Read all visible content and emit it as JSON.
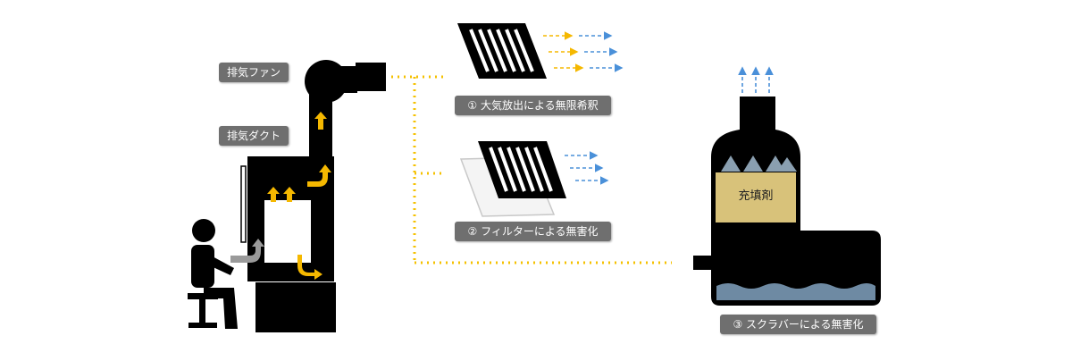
{
  "labels": {
    "exhaust_fan": "排気ファン",
    "exhaust_duct": "排気ダクト",
    "method_1": "① 大気放出による無限希釈",
    "method_2": "② フィルターによる無害化",
    "method_3": "③ スクラバーによる無害化",
    "packing": "充填剤"
  },
  "colors": {
    "arrow_yellow": "#f5b800",
    "arrow_blue": "#4a90d9",
    "dotted_line": "#f5c100",
    "label_bg": "#6f6f6f",
    "packing": "#d8c27a",
    "liquid": "#6e8aa3",
    "scrubber_top": "#8a9fb0"
  },
  "icons": [
    "person-icon",
    "chair-icon",
    "fume-hood-icon",
    "exhaust-fan-icon",
    "filter-icon",
    "scrubber-icon"
  ]
}
